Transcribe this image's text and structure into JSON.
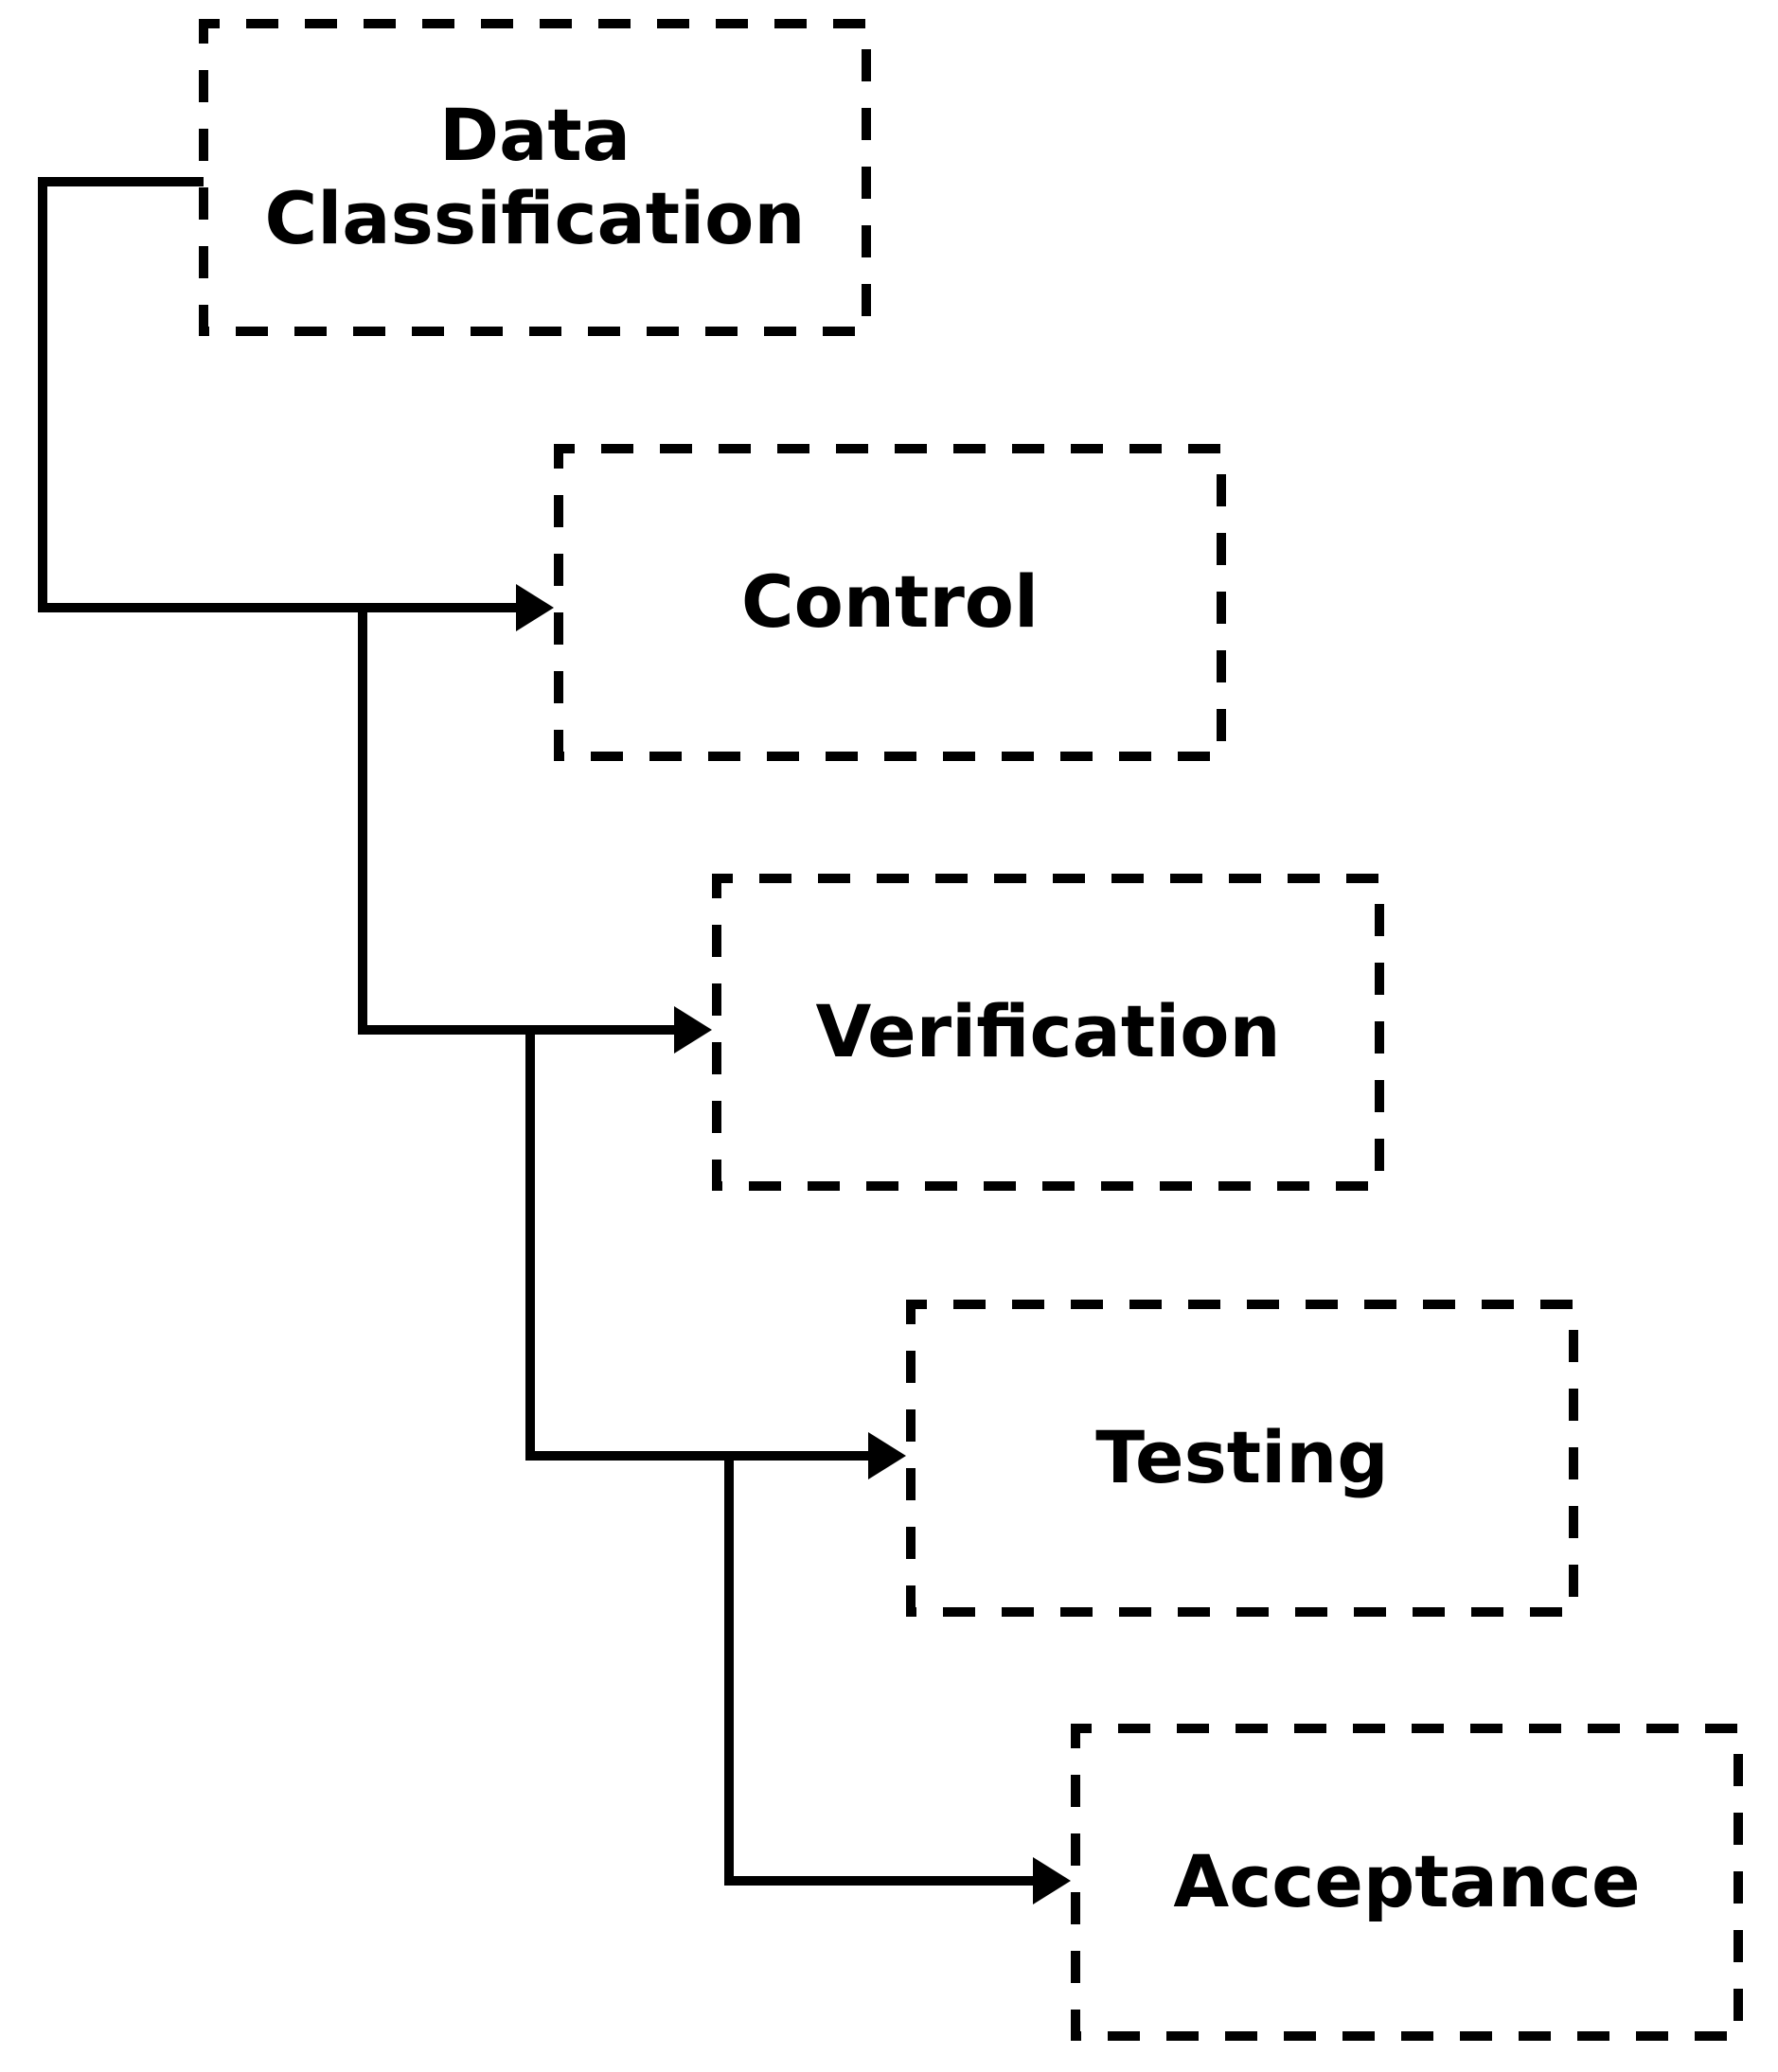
{
  "diagram": {
    "type": "flowchart",
    "colors": {
      "line": "#000000",
      "text": "#000000",
      "background": "#ffffff"
    },
    "nodes": [
      {
        "id": "data-classification",
        "label": "Data Classification",
        "lines": [
          "Data",
          "Classification"
        ]
      },
      {
        "id": "control",
        "label": "Control",
        "lines": [
          "Control"
        ]
      },
      {
        "id": "verification",
        "label": "Verification",
        "lines": [
          "Verification"
        ]
      },
      {
        "id": "testing",
        "label": "Testing",
        "lines": [
          "Testing"
        ]
      },
      {
        "id": "acceptance",
        "label": "Acceptance",
        "lines": [
          "Acceptance"
        ]
      }
    ],
    "edges": [
      {
        "from": "data-classification",
        "to": "control"
      },
      {
        "from": "data-classification",
        "to": "verification"
      },
      {
        "from": "data-classification",
        "to": "testing"
      },
      {
        "from": "data-classification",
        "to": "acceptance"
      }
    ]
  }
}
